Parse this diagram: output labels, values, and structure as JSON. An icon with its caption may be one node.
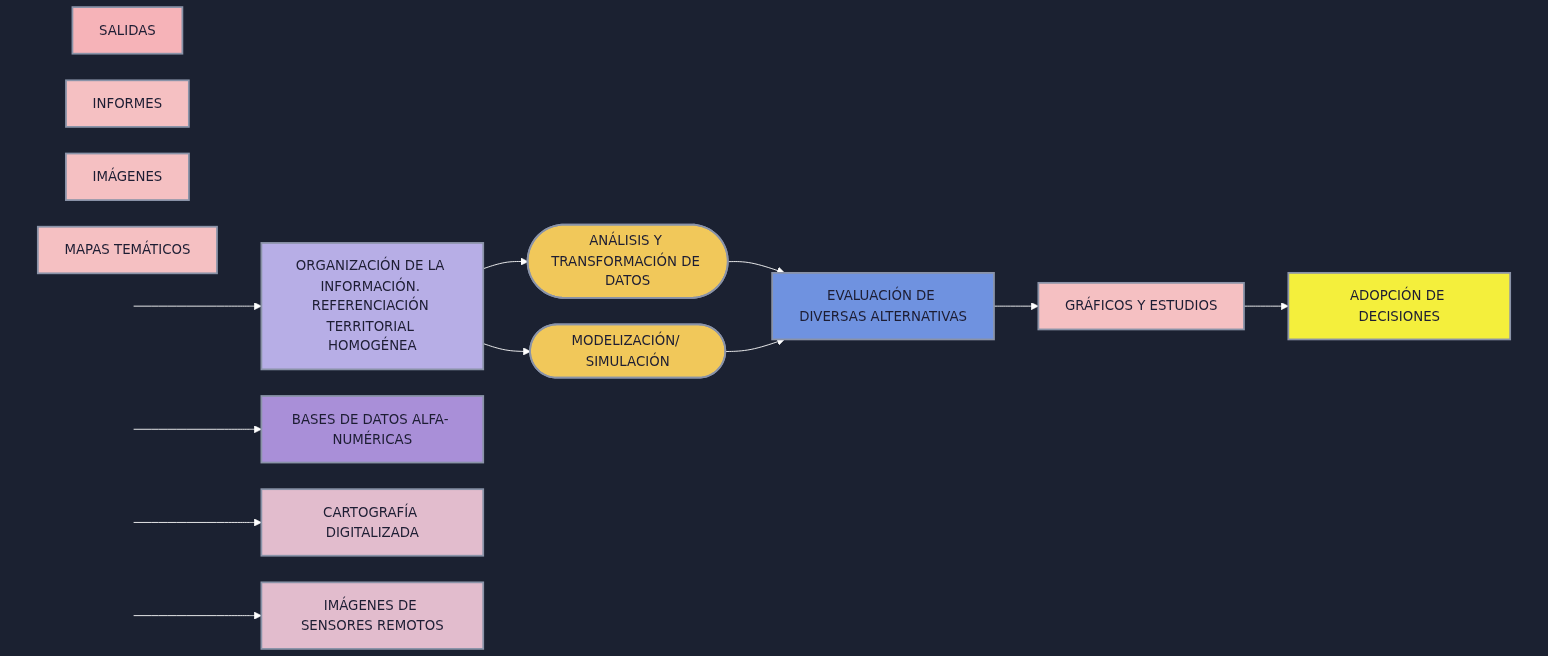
{
  "diagram": {
    "nodes": [
      {
        "text": [
          "ORGANIZACIÓN DE LA INFORMACIÓN. REFERENCIACIÓN TERRITORIAL HOMOGÉNEA"
        ]
      },
      {
        "text": [
          "BASES DE DATOS ALFA- NUMÉRICAS"
        ]
      },
      {
        "text": [
          "CARTOGRAFÍA DIGITALIZADA"
        ]
      },
      {
        "text": [
          "IMÁGENES DE SENSORES REMOTOS"
        ]
      },
      {
        "text": [
          "ANÁLISIS Y TRANSFORMACIÓN DE DATOS"
        ]
      },
      {
        "text": [
          "MODELIZACIÓN/ SIMULACIÓN"
        ]
      },
      {
        "text": [
          "EVALUACIÓN DE DIVERSAS ALTERNATIVAS"
        ]
      },
      {
        "text": [
          "SALIDAS"
        ]
      },
      {
        "text": [
          "INFORMES"
        ]
      },
      {
        "text": [
          "GRÁFICOS Y ESTUDIOS"
        ]
      },
      {
        "text": [
          "IMÁGENES"
        ]
      },
      {
        "text": [
          "MAPAS TEMÁTICOS"
        ]
      },
      {
        "text": [
          "ADOPCIÓN DE DECISIONES"
        ]
      }
    ],
    "edges": [
      {
        "from": null,
        "to": 0,
        "arrow": "to"
      },
      {
        "from": null,
        "to": 1,
        "arrow": "to"
      },
      {
        "from": null,
        "to": 2,
        "arrow": "to"
      },
      {
        "from": null,
        "to": 3,
        "arrow": "to"
      },
      {
        "from": 0,
        "to": 4,
        "arrow": "to"
      },
      {
        "from": 0,
        "to": 5,
        "arrow": "to"
      },
      {
        "from": 4,
        "to": 6,
        "arrow": "to"
      },
      {
        "from": 5,
        "to": 6,
        "arrow": "to"
      },
      {
        "from": 6,
        "to": 9,
        "arrow": "to"
      },
      {
        "from": 9,
        "to": 12,
        "arrow": "to"
      }
    ]
  }
}
